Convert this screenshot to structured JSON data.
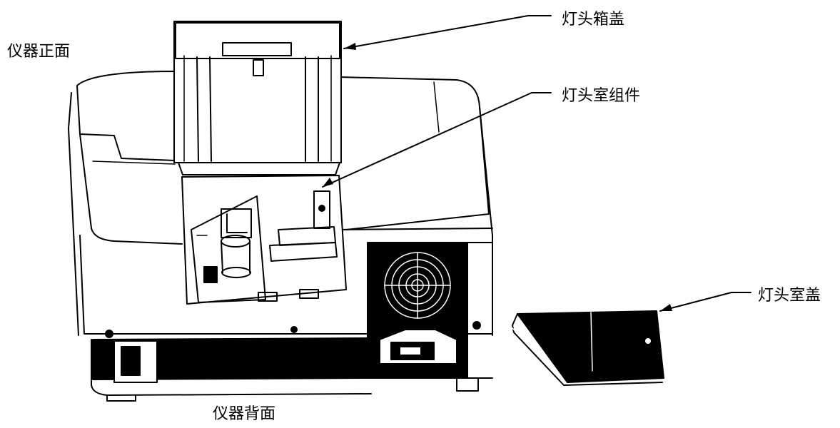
{
  "labels": {
    "front": "仪器正面",
    "back": "仪器背面",
    "lamp_box_lid": "灯头箱盖",
    "lamp_chamber_assembly": "灯头室组件",
    "lamp_chamber_cover": "灯头室盖"
  },
  "colors": {
    "ink": "#000000",
    "paper": "#ffffff"
  }
}
